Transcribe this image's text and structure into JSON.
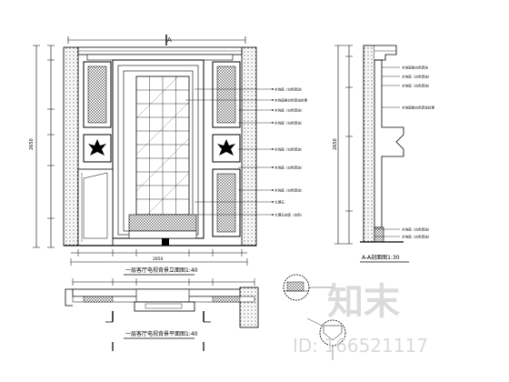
{
  "drawing": {
    "elevation_title": "一层客厅电视背景立面图1:40",
    "section_title": "A-A剖面图1:30",
    "plan_title": "一层客厅电视背景平面图1:40",
    "section_marker": "A",
    "elevation_total_dim": "2650",
    "section_total_dim": "2650",
    "bottom_dim": "2850"
  },
  "callouts_left": [
    "木饰面（白色混油）",
    "木饰面刷白色混油处理",
    "木饰面（白色混油）",
    "木饰面（白色混油）",
    "木饰面（白色混油）",
    "木饰面（白色混油）",
    "木饰面（白色混油）",
    "大理石",
    "大理石台面（白色）"
  ],
  "callouts_right": [
    "木饰面刷白色混油",
    "木饰面（白色混油）",
    "木饰面（白色混油）",
    "木饰面刷白色混油处理",
    "木饰面（白色混油）",
    "木饰面（白色混油）"
  ],
  "watermark": {
    "brand": "知末",
    "id_text": "ID: 166521117"
  }
}
